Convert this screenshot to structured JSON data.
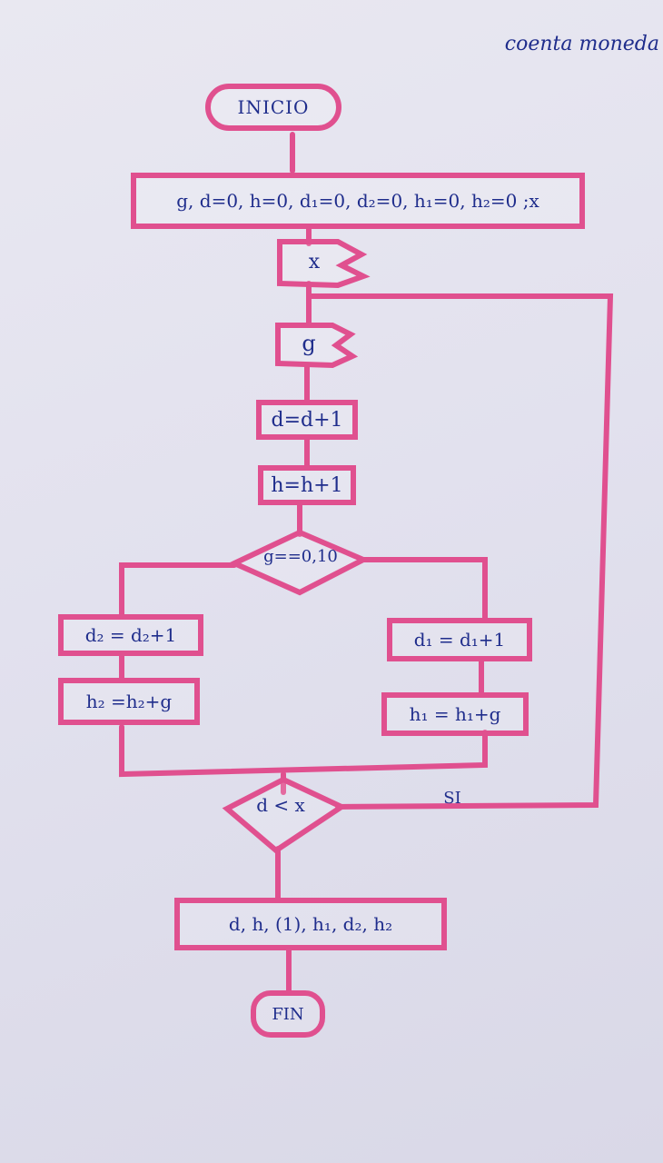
{
  "title": "coenta moneda",
  "start": "INICIO",
  "init": "g, d=0, h=0, d₁=0, d₂=0, h₁=0, h₂=0 ;x",
  "input_x": "x",
  "input_g": "g",
  "step_d": "d=d+1",
  "step_h": "h=h+1",
  "decision_g": "g==0,10",
  "left_d2": "d₂ = d₂+1",
  "left_h2": "h₂ =h₂+g",
  "right_d1": "d₁ = d₁+1",
  "right_h1": "h₁ = h₁+g",
  "decision_d": "d < x",
  "loop_label": "SI",
  "output": "d, h, (1), h₁, d₂, h₂",
  "end": "FIN",
  "colors": {
    "ink": "#1f2d8c",
    "marker": "#e0508f"
  }
}
